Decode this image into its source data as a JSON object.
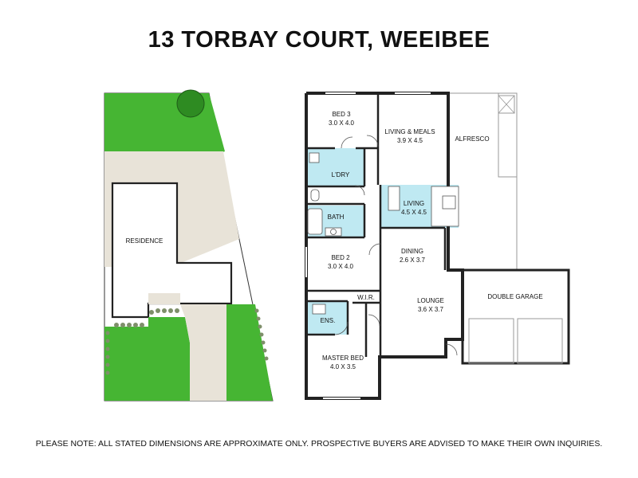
{
  "title": "13 TORBAY COURT, WEEIBEE",
  "site_plan": {
    "residence_label": "RESIDENCE"
  },
  "rooms": {
    "bed3": {
      "name": "BED 3",
      "dims": "3.0 X 4.0"
    },
    "living_meals": {
      "name": "LIVING & MEALS",
      "dims": "3.9 X 4.5"
    },
    "alfresco": {
      "name": "ALFRESCO"
    },
    "ldry": {
      "name": "L'DRY"
    },
    "living": {
      "name": "LIVING",
      "dims": "4.5 X 4.5"
    },
    "bath": {
      "name": "BATH"
    },
    "bed2": {
      "name": "BED 2",
      "dims": "3.0 X 4.0"
    },
    "dining": {
      "name": "DINING",
      "dims": "2.6 X 3.7"
    },
    "wir": {
      "name": "W.I.R."
    },
    "ens": {
      "name": "ENS."
    },
    "lounge": {
      "name": "LOUNGE",
      "dims": "3.6 X 3.7"
    },
    "double_garage": {
      "name": "DOUBLE GARAGE"
    },
    "master_bed": {
      "name": "MASTER BED",
      "dims": "4.0 X 3.5"
    }
  },
  "colors": {
    "lawn": "#46b533",
    "tree": "#2e8b22",
    "paving": "#e8e3d8",
    "wet_area": "#bfe9f2",
    "wall": "#222222"
  },
  "disclaimer": "PLEASE NOTE: ALL STATED DIMENSIONS ARE APPROXIMATE ONLY. PROSPECTIVE BUYERS ARE ADVISED TO MAKE THEIR OWN INQUIRIES."
}
